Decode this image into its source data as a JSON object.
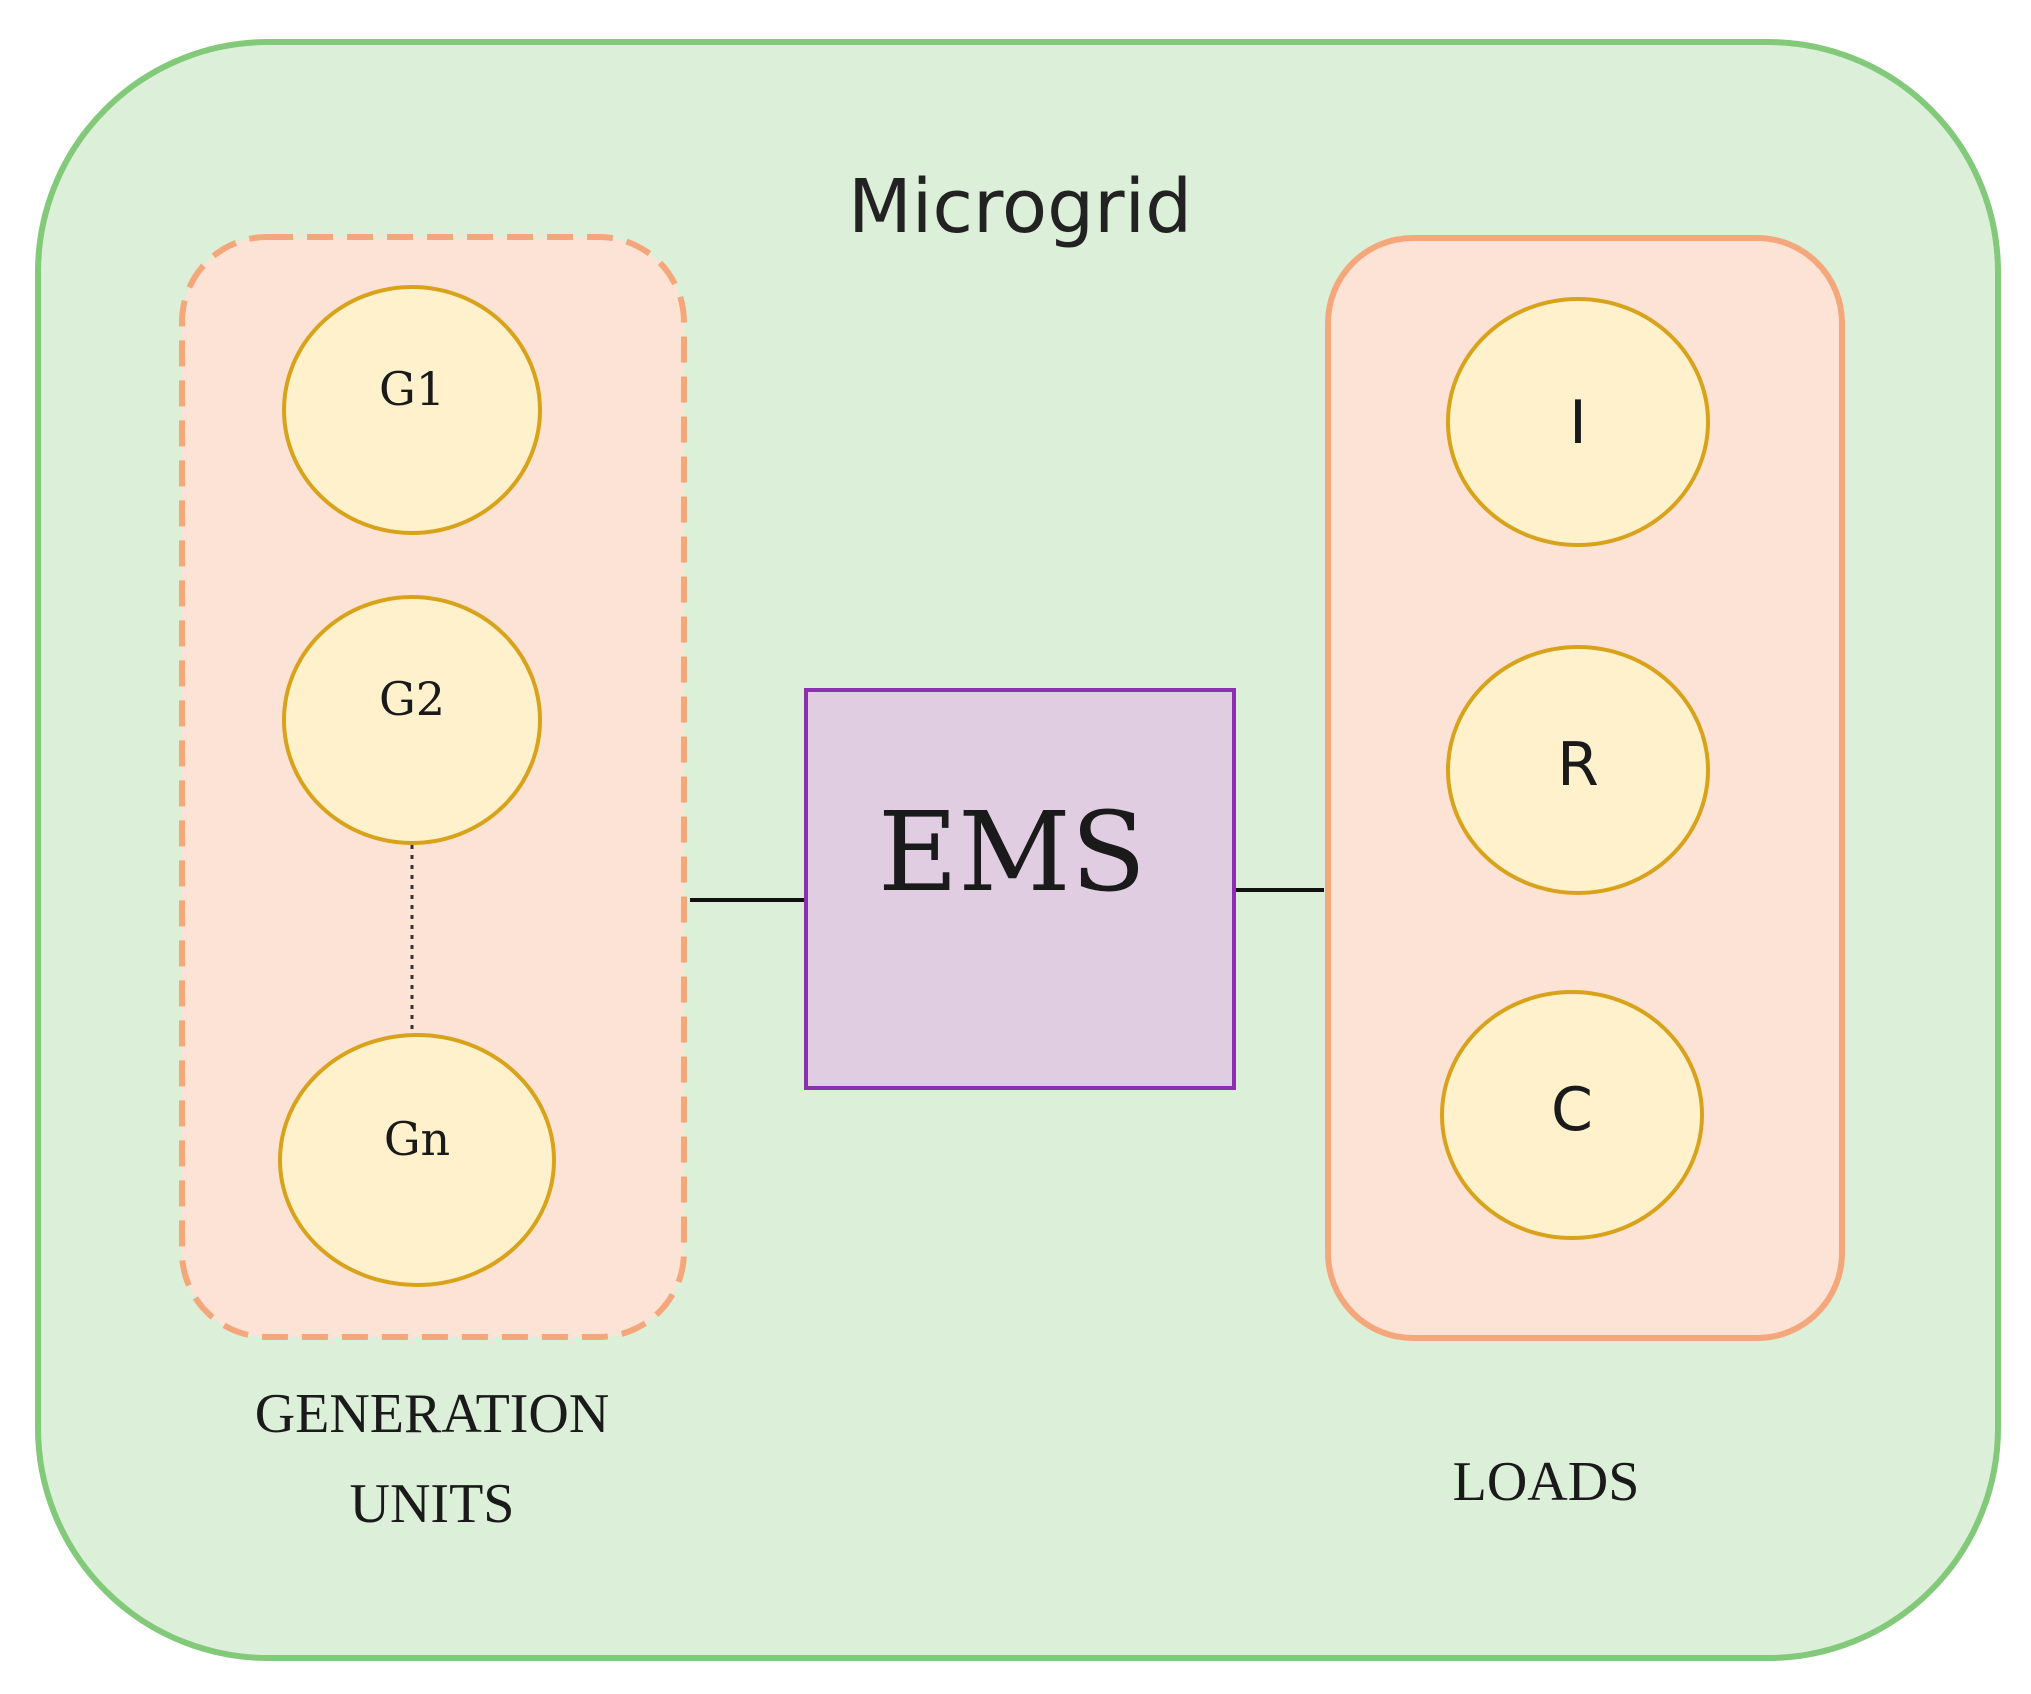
{
  "title": "Microgrid",
  "generation_units": {
    "caption_line1": "GENERATION",
    "caption_line2": "UNITS",
    "nodes": [
      "G1",
      "G2",
      "Gn"
    ]
  },
  "ems": {
    "label": "EMS"
  },
  "loads": {
    "caption": "LOADS",
    "nodes": [
      "I",
      "R",
      "C"
    ]
  },
  "colors": {
    "microgrid_fill": "#dcefd8",
    "microgrid_border": "#82c97a",
    "group_fill": "#fde3d6",
    "group_border": "#f5a77c",
    "node_fill": "#fff1cc",
    "node_border": "#d9a21b",
    "ems_fill": "#e0cde2",
    "ems_border": "#8c2fb0"
  }
}
